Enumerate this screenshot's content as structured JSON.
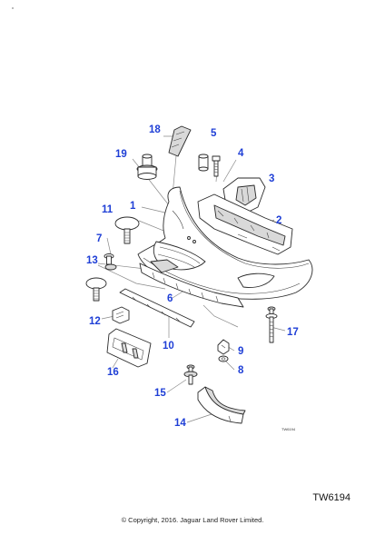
{
  "diagram": {
    "callouts": {
      "c1": "1",
      "c2": "2",
      "c3": "3",
      "c4": "4",
      "c5": "5",
      "c6": "6",
      "c7": "7",
      "c8": "8",
      "c9": "9",
      "c10": "10",
      "c11": "11",
      "c12": "12",
      "c13": "13",
      "c14": "14",
      "c15": "15",
      "c16": "16",
      "c17": "17",
      "c18": "18",
      "c19": "19"
    },
    "inline_ref": "TW6194",
    "reference_code": "TW6194",
    "copyright": "© Copyright, 2016. Jaguar Land Rover Limited."
  },
  "colors": {
    "callout": "#1f3fd6",
    "line": "#2a2a2a"
  }
}
